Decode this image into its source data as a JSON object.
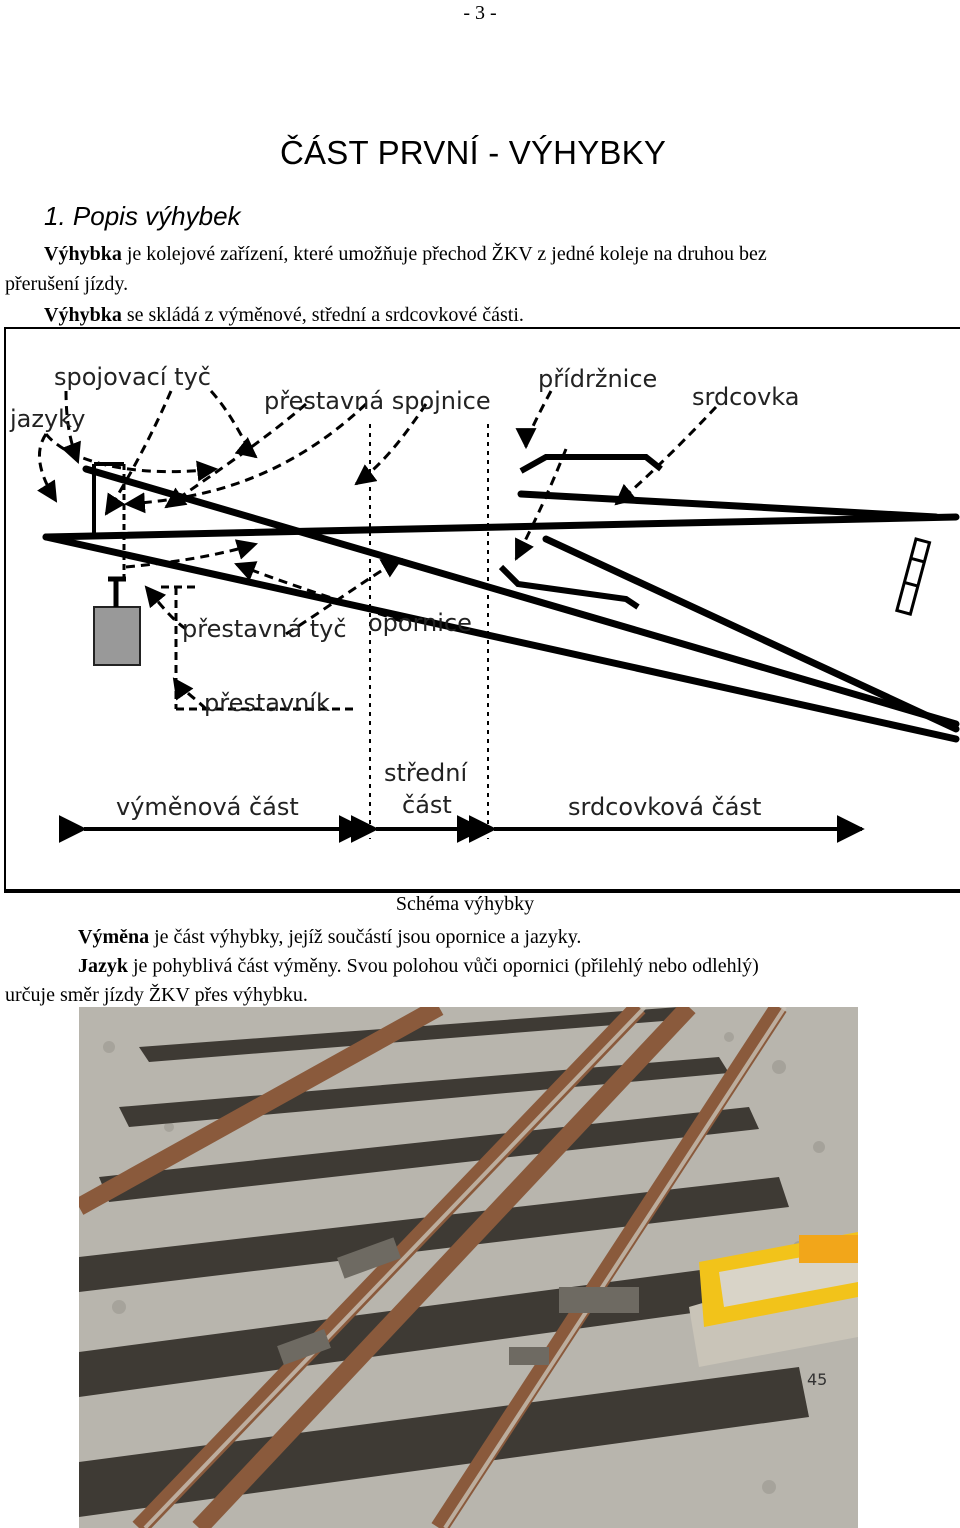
{
  "page_number": "- 3 -",
  "part_title": "ČÁST PRVNÍ  - VÝHYBKY",
  "section_title": "1.  Popis výhybek",
  "p1": {
    "bold": "Výhybka",
    "line1_rest": " je kolejové zařízení, které umožňuje přechod ŽKV z jedné koleje na druhou bez",
    "line2": "přerušení jízdy."
  },
  "p2": {
    "bold": "Výhybka",
    "rest": " se skládá z výměnové, střední a srdcovkové části."
  },
  "diagram": {
    "labels": {
      "spojovaci_tyc": "spojovací tyč",
      "jazyky": "jazyky",
      "prestavna_spojnice": "přestavná spojnice",
      "pridrznice": "přídržnice",
      "srdcovka": "srdcovka",
      "prestavna_tyc": "přestavná tyč",
      "opornice": "opornice",
      "prestavnik": "přestavník",
      "stredni_1": "střední",
      "stredni_2": "část",
      "vymenova_cast": "výměnová část",
      "srdcovkova_cast": "srdcovková část"
    }
  },
  "caption": "Schéma výhybky",
  "p3": {
    "bold": "Výměna",
    "rest": " je část výhybky, jejíž součástí jsou opornice a jazyky."
  },
  "p4": {
    "bold": "Jazyk",
    "line1_rest": " je pohyblivá část výměny. Svou polohou vůči opornici (přilehlý nebo odlehlý)",
    "line2": "určuje směr jízdy ŽKV přes výhybku."
  },
  "photo": {
    "marker": "45"
  },
  "colors": {
    "text": "#000000",
    "rail_rust": "#8a5a3c",
    "sleeper": "#3e3a34",
    "ballast": "#b8b5ad",
    "motor_yellow": "#f2c31a"
  }
}
